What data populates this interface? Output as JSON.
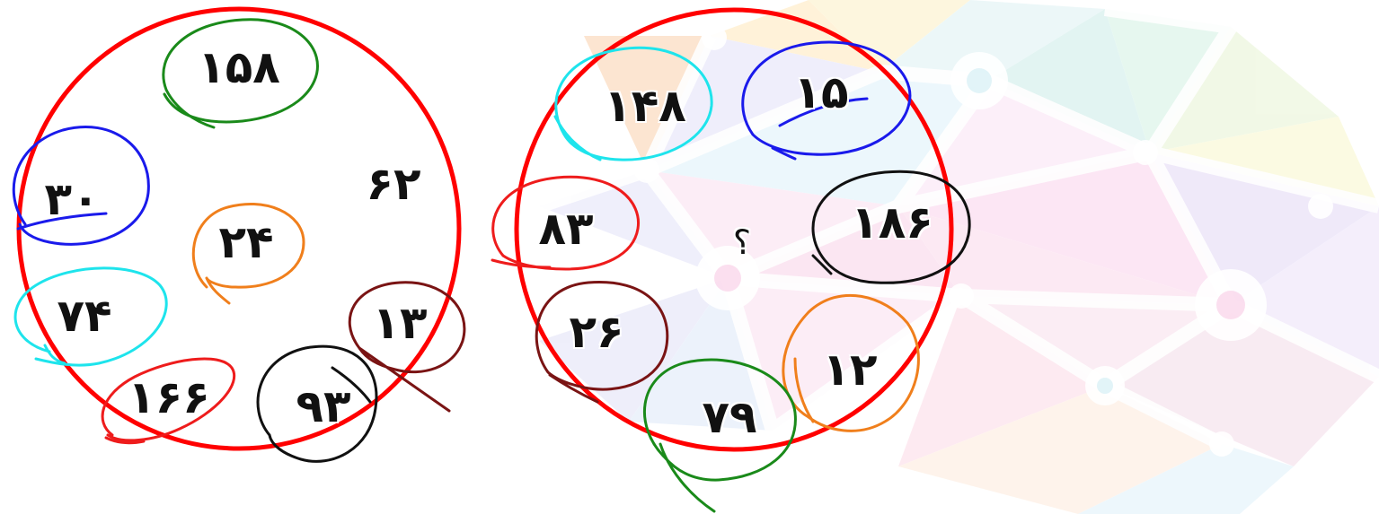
{
  "puzzle": {
    "left_circle": {
      "items": [
        {
          "id": "n158",
          "value": "۱۵۸",
          "circled": true,
          "color": "#1a8a1a"
        },
        {
          "id": "n30",
          "value": "۳۰",
          "circled": true,
          "color": "#1a1aeb"
        },
        {
          "id": "n62",
          "value": "۶۲",
          "circled": false,
          "color": ""
        },
        {
          "id": "n24",
          "value": "۲۴",
          "circled": true,
          "color": "#f07f1c"
        },
        {
          "id": "n74",
          "value": "۷۴",
          "circled": true,
          "color": "#1ee4ec"
        },
        {
          "id": "n13",
          "value": "۱۳",
          "circled": true,
          "color": "#7a1414"
        },
        {
          "id": "n166",
          "value": "۱۶۶",
          "circled": true,
          "color": "#ee1c1c"
        },
        {
          "id": "n93",
          "value": "۹۳",
          "circled": true,
          "color": "#111111"
        }
      ]
    },
    "right_circle": {
      "center": "؟",
      "items": [
        {
          "id": "n148",
          "value": "۱۴۸",
          "circled": true,
          "color": "#1ee4ec"
        },
        {
          "id": "n15",
          "value": "۱۵",
          "circled": true,
          "color": "#1a1aeb"
        },
        {
          "id": "n83",
          "value": "۸۳",
          "circled": true,
          "color": "#ee1c1c"
        },
        {
          "id": "n186",
          "value": "۱۸۶",
          "circled": true,
          "color": "#111111"
        },
        {
          "id": "n26",
          "value": "۲۶",
          "circled": true,
          "color": "#7a1414"
        },
        {
          "id": "n12",
          "value": "۱۲",
          "circled": true,
          "color": "#f07f1c"
        },
        {
          "id": "n79",
          "value": "۷۹",
          "circled": true,
          "color": "#1a8a1a"
        }
      ]
    },
    "outer_ring_color": "#ff0000"
  }
}
